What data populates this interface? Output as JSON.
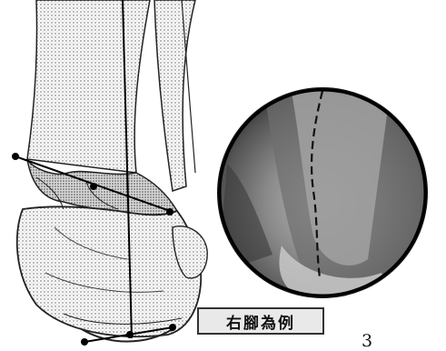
{
  "figure": {
    "caption": "右腳為例",
    "page_number": "3",
    "icons": {
      "skeleton": "foot-skeleton-posterior-view",
      "circle": "calcaneus-xray-closeup"
    }
  }
}
